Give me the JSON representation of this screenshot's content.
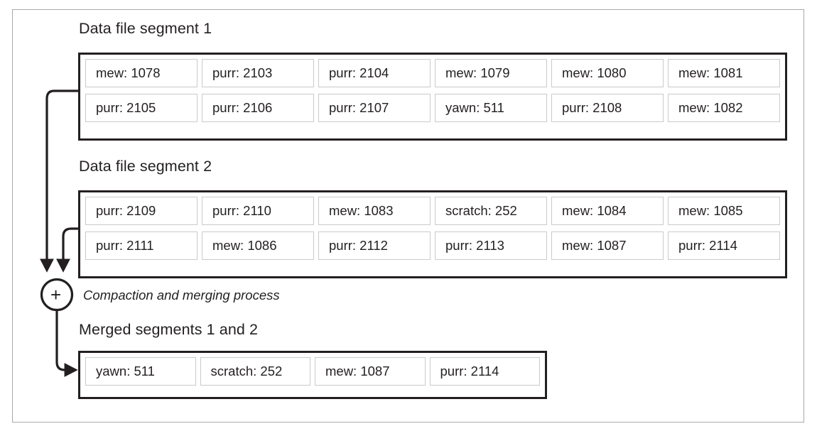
{
  "diagram": {
    "title_segment1": "Data file segment 1",
    "title_segment2": "Data file segment 2",
    "title_merged": "Merged segments 1 and 2",
    "process_caption": "Compaction and merging process",
    "merge_node_symbol": "+",
    "colors": {
      "ink": "#231f20",
      "cell_border": "#c9cacc",
      "frame": "#a7a9ac",
      "background": "#ffffff"
    },
    "segment1": {
      "rows": [
        [
          "mew: 1078",
          "purr: 2103",
          "purr: 2104",
          "mew: 1079",
          "mew: 1080",
          "mew: 1081"
        ],
        [
          "purr: 2105",
          "purr: 2106",
          "purr: 2107",
          "yawn: 511",
          "purr: 2108",
          "mew: 1082"
        ]
      ]
    },
    "segment2": {
      "rows": [
        [
          "purr: 2109",
          "purr: 2110",
          "mew: 1083",
          "scratch: 252",
          "mew: 1084",
          "mew: 1085"
        ],
        [
          "purr: 2111",
          "mew: 1086",
          "purr: 2112",
          "purr: 2113",
          "mew: 1087",
          "purr: 2114"
        ]
      ]
    },
    "merged": {
      "rows": [
        [
          "yawn: 511",
          "scratch: 252",
          "mew: 1087",
          "purr: 2114"
        ]
      ]
    }
  }
}
